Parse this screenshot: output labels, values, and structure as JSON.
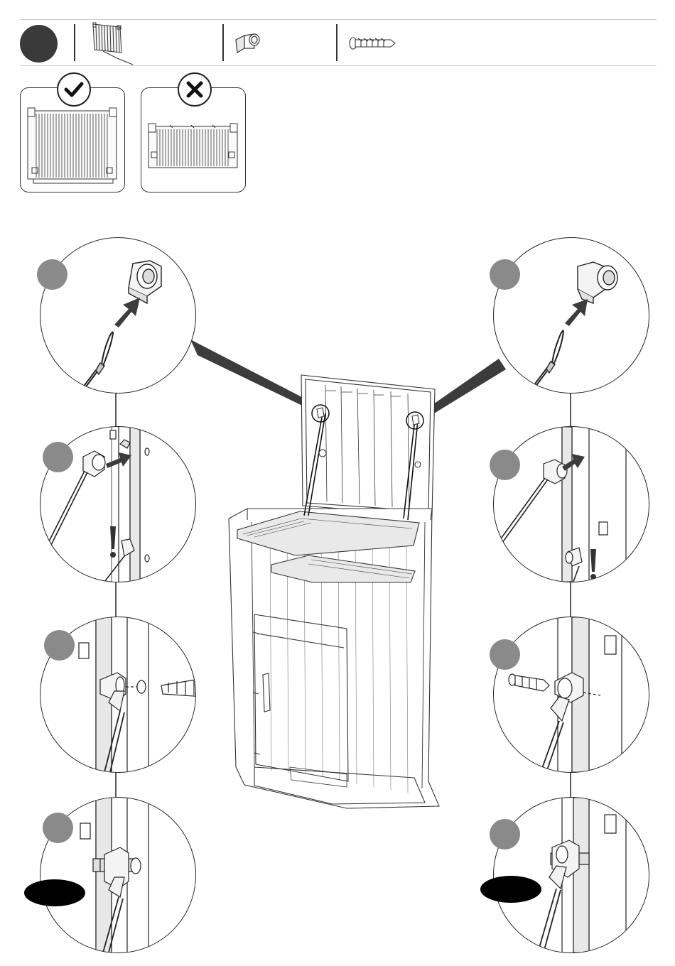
{
  "step": {
    "number": "",
    "title": ""
  },
  "parts": [
    {
      "icon": "shelf-panel-with-cable-icon",
      "qty": ""
    },
    {
      "icon": "cable-bracket-icon",
      "qty": ""
    },
    {
      "icon": "wall-plug-anchor-icon",
      "qty": ""
    }
  ],
  "orientation": {
    "correct_icon": "checkmark-icon",
    "wrong_icon": "cross-icon"
  },
  "details": [
    {
      "side": "left",
      "index": 1,
      "label": "",
      "icon": "cable-loop-to-bracket-icon"
    },
    {
      "side": "left",
      "index": 2,
      "label": "",
      "icon": "bracket-insert-into-wall-icon"
    },
    {
      "side": "left",
      "index": 3,
      "label": "",
      "icon": "anchor-insert-icon"
    },
    {
      "side": "left",
      "index": 4,
      "label": "",
      "icon": "anchor-installed-icon"
    },
    {
      "side": "right",
      "index": 1,
      "label": "",
      "icon": "cable-loop-to-bracket-icon"
    },
    {
      "side": "right",
      "index": 2,
      "label": "",
      "icon": "bracket-insert-into-wall-icon"
    },
    {
      "side": "right",
      "index": 3,
      "label": "",
      "icon": "anchor-insert-icon"
    },
    {
      "side": "right",
      "index": 4,
      "label": "",
      "icon": "anchor-installed-icon"
    }
  ],
  "warning_icon": "exclamation-icon",
  "colors": {
    "step_dot": "#3a3a3a",
    "detail_number": "#8a8a8a",
    "line": "#222222",
    "arrow": "#3c3c3c"
  }
}
